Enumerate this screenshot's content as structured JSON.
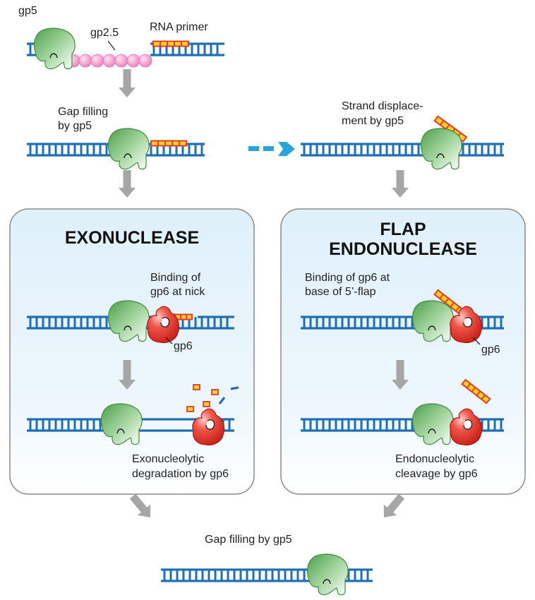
{
  "labels": {
    "gp5_top": "gp5",
    "gp25": "gp2.5",
    "rna_primer": "RNA primer",
    "gap_filling_1": "Gap filling",
    "gap_filling_2": "by gp5",
    "strand_disp_1": "Strand displace-",
    "strand_disp_2": "ment by gp5",
    "exo_title": "EXONUCLEASE",
    "exo_bind_1": "Binding of",
    "exo_bind_2": "gp6 at nick",
    "gp6_left": "gp6",
    "exo_deg_1": "Exonucleolytic",
    "exo_deg_2": "degradation by gp6",
    "flap_title_1": "FLAP",
    "flap_title_2": "ENDONUCLEASE",
    "flap_bind_1": "Binding of gp6 at",
    "flap_bind_2": "base of 5’-flap",
    "gp6_right": "gp6",
    "endo_clv_1": "Endonucleolytic",
    "endo_clv_2": "cleavage by gp6",
    "final": "Gap filling by gp5"
  },
  "colors": {
    "dna": "#1f6fb5",
    "rna_fill": "#ffd21f",
    "rna_edge": "#e8392b",
    "gp5": "#6db36b",
    "gp25": "#f28bc6",
    "gp6": "#e02a22",
    "arrow": "#a6a6a6",
    "dashed_arrow": "#2aa5dc",
    "panel_top": "#e2f1fb",
    "panel_border": "#8a8a8a"
  }
}
